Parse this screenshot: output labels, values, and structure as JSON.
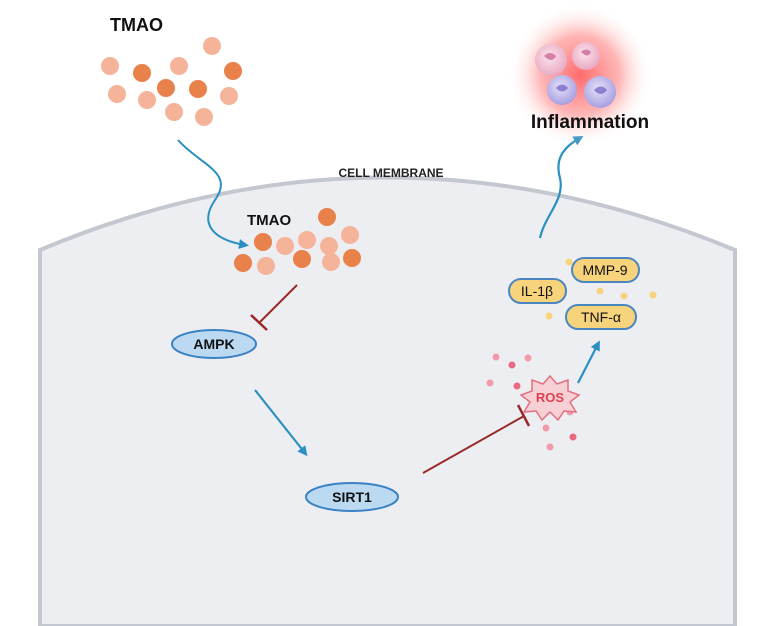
{
  "labels": {
    "tmao_outside": "TMAO",
    "tmao_inside": "TMAO",
    "cell_membrane": "CELL MEMBRANE",
    "inflammation": "Inflammation",
    "ampk": "AMPK",
    "sirt1": "SIRT1",
    "ros": "ROS",
    "il1b": "IL-1β",
    "mmp9": "MMP-9",
    "tnfa": "TNF-α"
  },
  "colors": {
    "cell_fill": "#eceef2",
    "membrane": "#c3c7cf",
    "activation_arrow": "#2a8fc1",
    "inhibition_arrow": "#9a2a2a",
    "tmao_dark": "#e8814a",
    "tmao_light": "#f5b49a",
    "node_fill": "#bcd9f2",
    "node_stroke": "#3a82c4",
    "cytokine_fill": "#f7d37c",
    "cytokine_stroke": "#4c86c2",
    "ros_fill": "#f7d0d5",
    "ros_text": "#e0404e",
    "inflammation_glow": "#ff6b6b"
  },
  "icons": {
    "inflammation_cells": "immune-cells-icon"
  }
}
